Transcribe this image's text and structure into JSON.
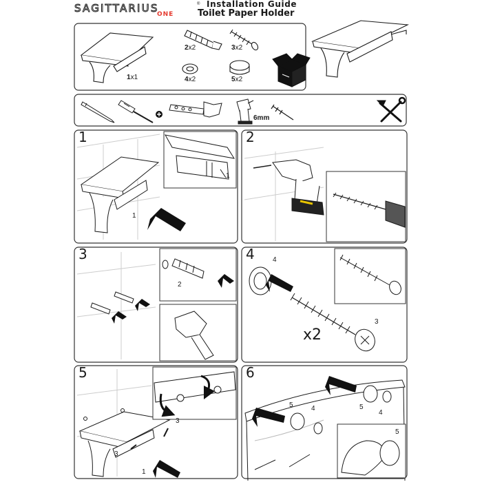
{
  "header": {
    "brand": "SAGITTARIUS",
    "brand_mark": "®",
    "brand_sub": "ONE",
    "guide_title": "Installation Guide",
    "product_title": "Toilet Paper Holder"
  },
  "parts": {
    "holder": {
      "qty": "1",
      "mult": "x1"
    },
    "anchor": {
      "qty": "2",
      "mult": "x2"
    },
    "screw": {
      "qty": "3",
      "mult": "x2"
    },
    "washer": {
      "qty": "4",
      "mult": "x2"
    },
    "cap": {
      "qty": "5",
      "mult": "x2"
    }
  },
  "tools": {
    "drill_bit_size": "6mm",
    "icons": [
      "pencil-icon",
      "screwdriver-icon",
      "plus-icon",
      "hammer-icon",
      "drill-icon",
      "drill-bit-icon",
      "tools-icon"
    ]
  },
  "steps": [
    {
      "number": "1",
      "callouts": [
        "1",
        "1"
      ]
    },
    {
      "number": "2",
      "callouts": []
    },
    {
      "number": "3",
      "callouts": [
        "2"
      ]
    },
    {
      "number": "4",
      "callouts": [
        "4",
        "3"
      ],
      "quantity": "x2"
    },
    {
      "number": "5",
      "callouts": [
        "3",
        "3",
        "1"
      ]
    },
    {
      "number": "6",
      "callouts": [
        "5",
        "4",
        "5",
        "4",
        "5"
      ]
    }
  ],
  "colors": {
    "line": "#1a1a1a",
    "arrow": "#111111",
    "brand_accent": "#e53a2f",
    "panel_border": "#333333"
  }
}
